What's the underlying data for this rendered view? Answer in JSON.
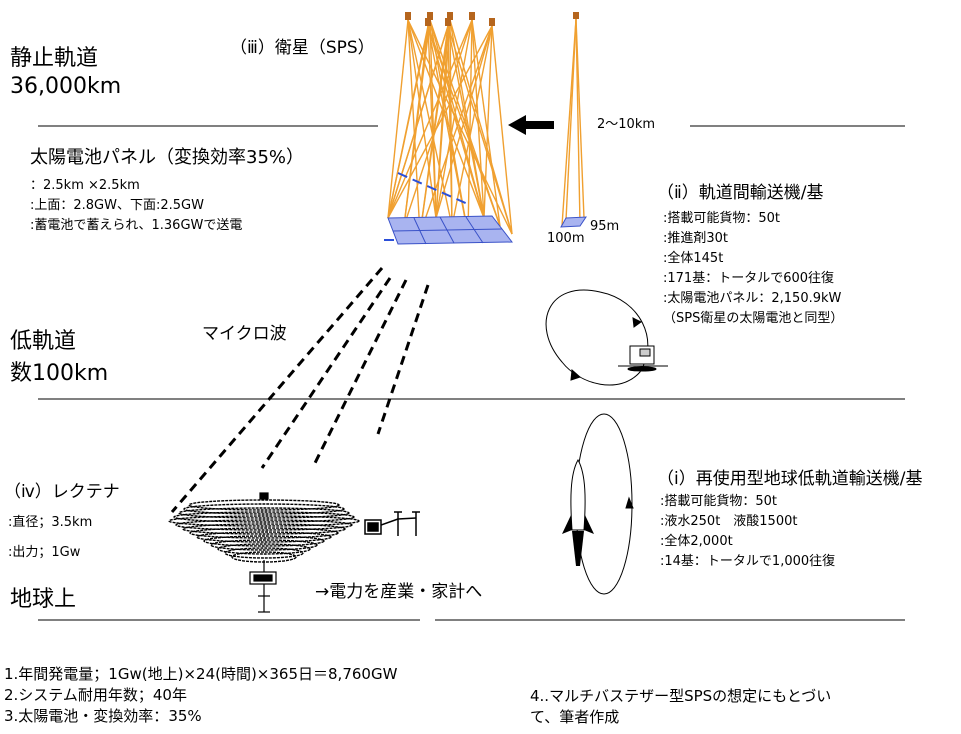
{
  "colors": {
    "tether": "#f0a030",
    "satellite_block": "#b5651d",
    "panel_fill": "#a9b4f0",
    "panel_edge": "#3a52c8",
    "dashed_blue": "#2b4fd9",
    "line": "#000000"
  },
  "zones": {
    "geo_title": "静止軌道",
    "geo_alt": "36,000km",
    "leo_title": "低軌道",
    "leo_alt": "数100km",
    "earth_title": "地球上"
  },
  "satellite": {
    "label": "（ⅲ）衛星（SPS）",
    "tether_length": "2～10km",
    "dim_width": "100m",
    "dim_depth": "95m",
    "panel_title": "太陽電池パネル（変換効率35%）",
    "panel_specs": [
      "：2.5km ×2.5km",
      ":上面：2.8GW、下面:2.5GW",
      ":蓄電池で蓄えられ、1.36GWで送電"
    ]
  },
  "otv": {
    "title": "（ⅱ）軌道間輸送機/基",
    "specs": [
      ":搭載可能貨物：50t",
      ":推進剤30t",
      ":全体145t",
      ":171基：トータルで600往復",
      ":太陽電池パネル：2,150.9kW",
      "（SPS衛星の太陽電池と同型）"
    ]
  },
  "microwave": {
    "label": "マイクロ波"
  },
  "rectenna": {
    "title": "（ⅳ）レクテナ",
    "diameter": ":直径；3.5km",
    "output": ":出力；1Gw",
    "power_to": "→電力を産業・家計へ"
  },
  "launcher": {
    "title": "（ⅰ）再使用型地球低軌道輸送機/基",
    "specs": [
      ":搭載可能貨物：50t",
      ":液水250t　液酸1500t",
      ":全体2,000t",
      ":14基：トータルで1,000往復"
    ]
  },
  "notes": [
    "1.年間発電量；1Gw(地上)×24(時間)×365日＝8,760GW",
    "2.システム耐用年数；40年",
    "3.太陽電池・変換効率：35%"
  ],
  "source_note": [
    "4..マルチバステザー型SPSの想定にもとづい",
    "て、筆者作成"
  ]
}
